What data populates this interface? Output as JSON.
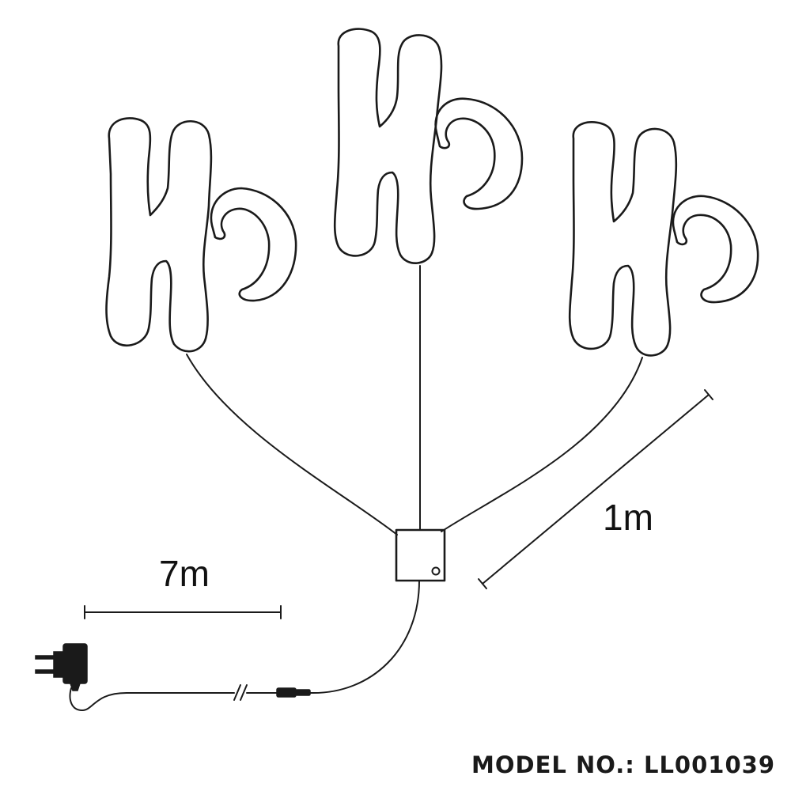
{
  "dimensions": {
    "cable_length_label": "7m",
    "lead_wire_length_label": "1m"
  },
  "footer": {
    "model_number_label": "MODEL NO.: LL001039"
  },
  "colors": {
    "line": "#1a1a1a",
    "background": "#ffffff"
  }
}
